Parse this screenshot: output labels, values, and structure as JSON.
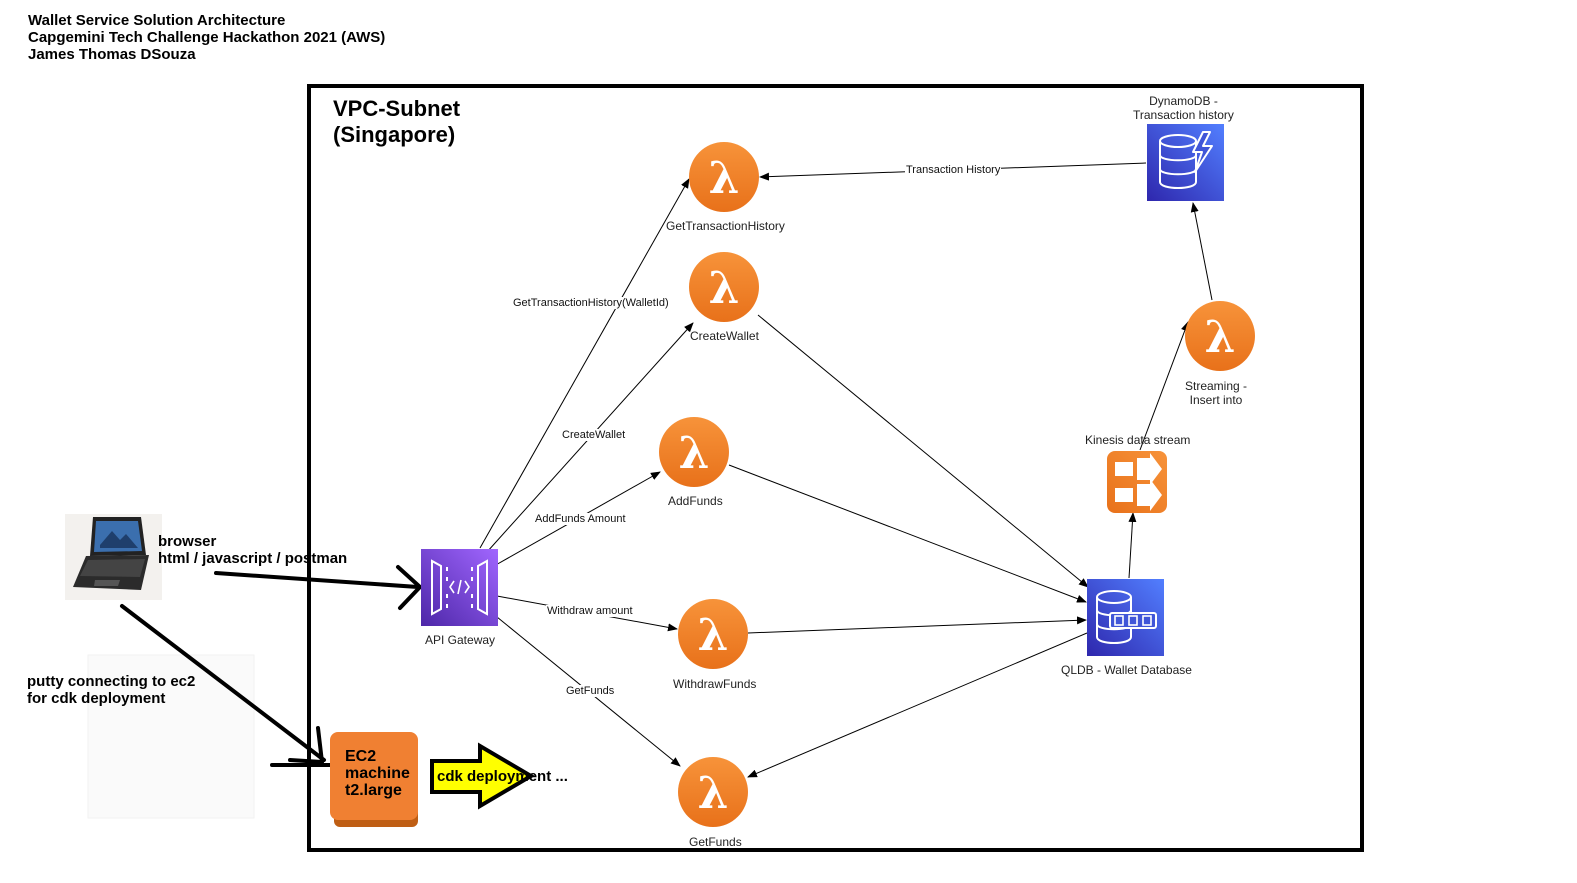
{
  "header": {
    "line1": "Wallet Service Solution Architecture",
    "line2": "Capgemini Tech Challenge Hackathon 2021 (AWS)",
    "line3": "James Thomas DSouza"
  },
  "vpc": {
    "title_line1": "VPC-Subnet",
    "title_line2": "(Singapore)"
  },
  "client": {
    "browser_line1": "browser",
    "browser_line2": "html / javascript / postman",
    "putty_line1": "putty connecting to ec2",
    "putty_line2": "for cdk deployment"
  },
  "nodes": {
    "api_gateway": "API Gateway",
    "get_transaction_history": "GetTransactionHistory",
    "create_wallet": "CreateWallet",
    "add_funds": "AddFunds",
    "withdraw_funds": "WithdrawFunds",
    "get_funds": "GetFunds",
    "qldb": "QLDB - Wallet Database",
    "kinesis": "Kinesis data stream",
    "streaming_line1": "Streaming -",
    "streaming_line2": "Insert into",
    "dynamodb_line1": "DynamoDB -",
    "dynamodb_line2": "Transaction history",
    "ec2_line1": "EC2",
    "ec2_line2": "machine",
    "ec2_line3": "t2.large",
    "cdk": "cdk deployment ..."
  },
  "edges": {
    "get_history": "GetTransactionHistory(WalletId)",
    "create_wallet": "CreateWallet",
    "add_funds": "AddFunds Amount",
    "withdraw": "Withdraw amount",
    "get_funds": "GetFunds",
    "transaction_history": "Transaction History"
  },
  "colors": {
    "lambda": "#ed7100",
    "lambda_light": "#f58534",
    "apigw_top": "#a166ff",
    "apigw_bottom": "#7a3fe0",
    "db_top": "#4d72f3",
    "db_bottom": "#3334b9",
    "cdk_arrow": "#ffff00"
  }
}
